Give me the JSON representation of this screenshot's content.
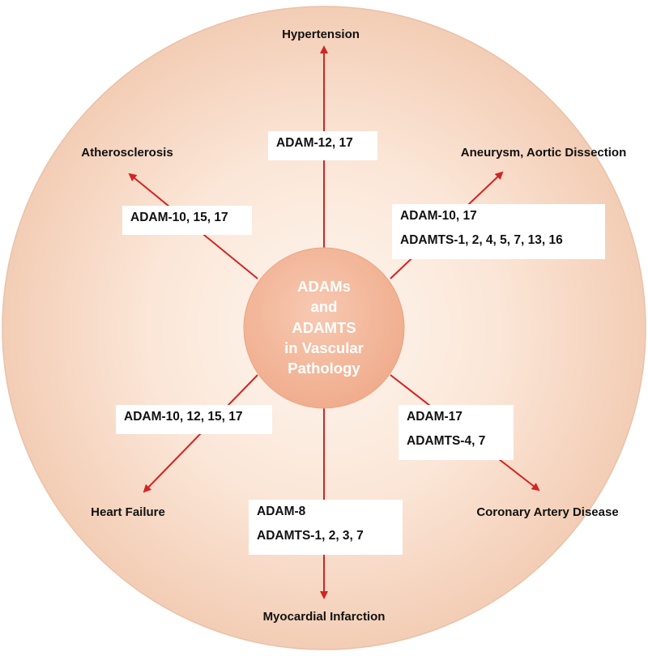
{
  "colors": {
    "arrow": "#d42323",
    "outer_circle_edge": "#f2c7ad",
    "outer_circle_center": "#fdf1e8",
    "center_circle_edge": "#efad90",
    "center_circle_fill": "#f4bda3",
    "center_text": "#ffffff",
    "label_box_fill": "#ffffff"
  },
  "center": {
    "lines": [
      "ADAMs",
      "and",
      "ADAMTS",
      "in Vascular",
      "Pathology"
    ]
  },
  "outcomes": {
    "hypertension": "Hypertension",
    "atherosclerosis": "Atherosclerosis",
    "aneurysm": "Aneurysm, Aortic Dissection",
    "heart_failure": "Heart Failure",
    "myocardial_infarction": "Myocardial Infarction",
    "coronary_artery_disease": "Coronary Artery Disease"
  },
  "labels": {
    "hypertension": [
      "ADAM-12, 17"
    ],
    "atherosclerosis": [
      "ADAM-10, 15, 17"
    ],
    "aneurysm": [
      "ADAM-10, 17",
      "ADAMTS-1, 2, 4, 5, 7, 13, 16"
    ],
    "heart_failure": [
      "ADAM-10, 12, 15, 17"
    ],
    "myocardial_infarction": [
      "ADAM-8",
      "ADAMTS-1, 2, 3, 7"
    ],
    "coronary_artery_disease": [
      "ADAM-17",
      "ADAMTS-4, 7"
    ]
  }
}
